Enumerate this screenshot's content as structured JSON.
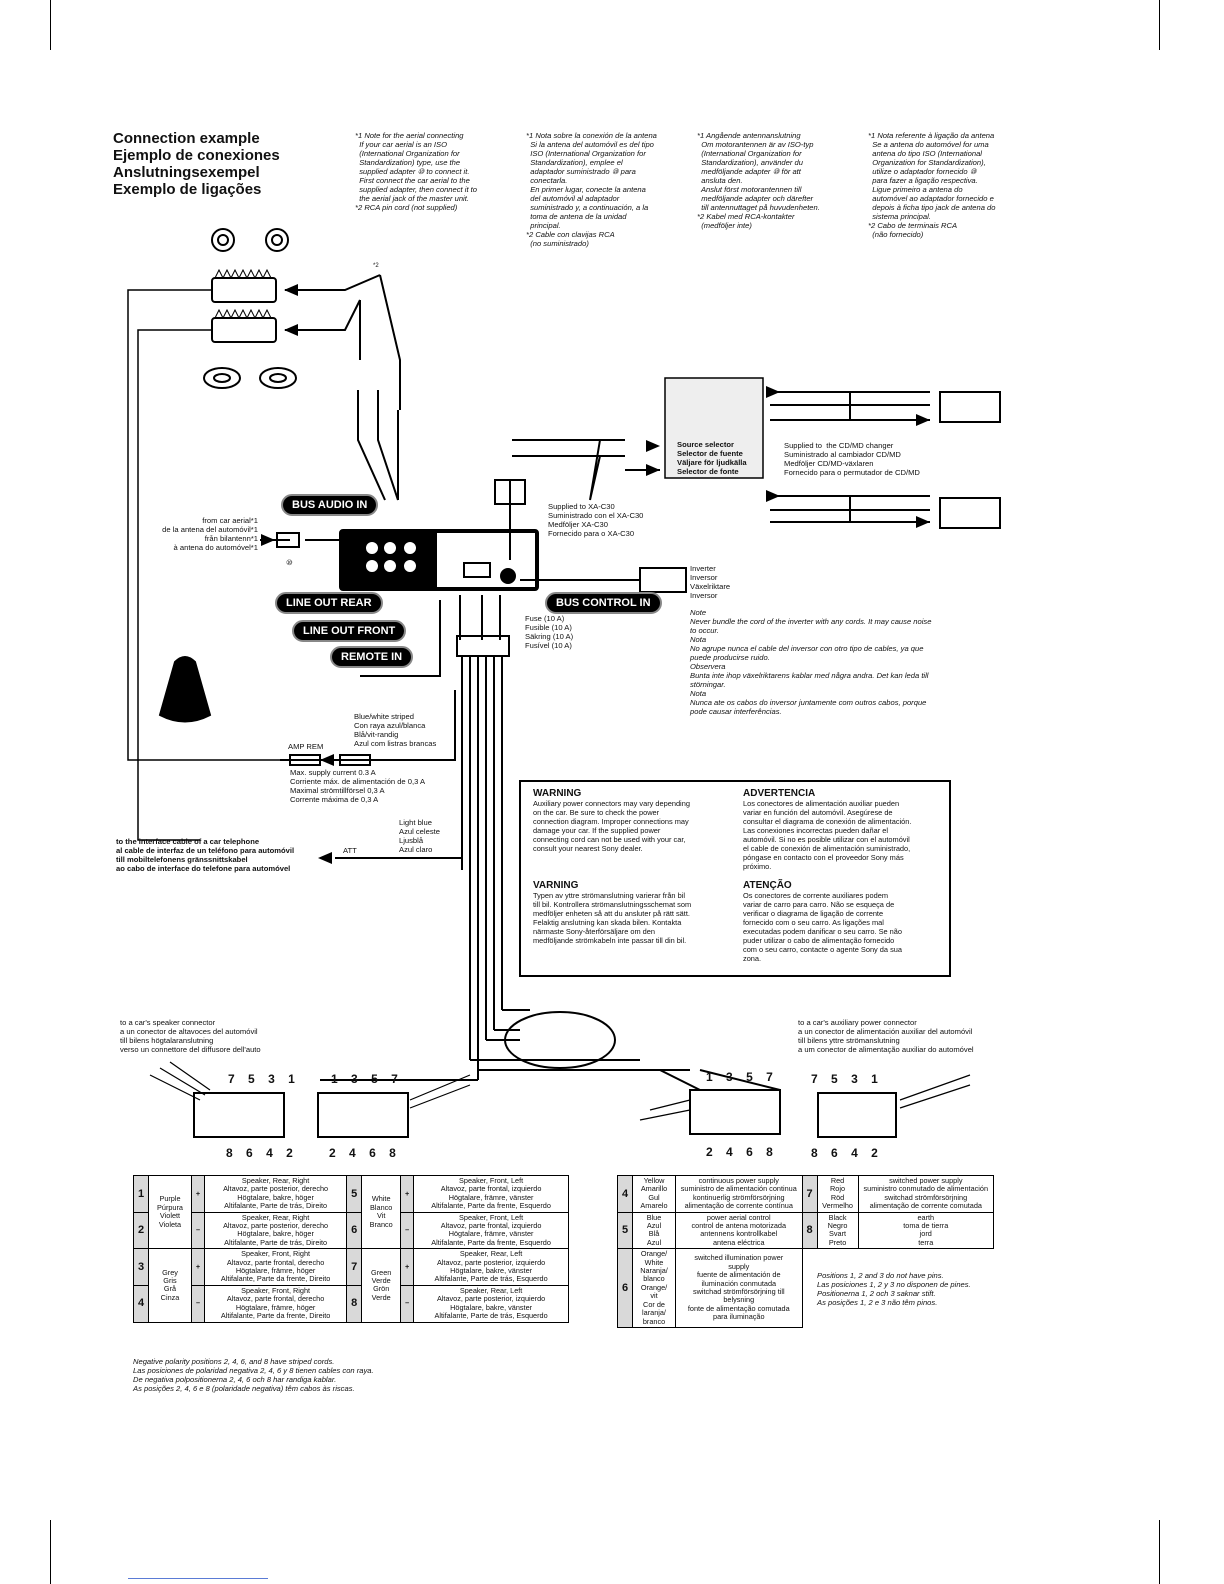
{
  "titles": [
    "Connection example",
    "Ejemplo de conexiones",
    "Anslutningsexempel",
    "Exemplo de ligações"
  ],
  "notes": [
    {
      "marker1": "*1",
      "text1": "Note for the aerial connecting\n  If your car aerial is an ISO\n  (International Organization for\n  Standardization) type, use the\n  supplied adapter ⑩ to connect it.\n  First connect the car aerial to the\n  supplied adapter, then connect it to\n  the aerial jack of the master unit.",
      "marker2": "*2",
      "text2": "RCA pin cord (not supplied)"
    },
    {
      "marker1": "*1",
      "text1": "Nota sobre la conexión de la antena\n  Si la antena del automóvil es del tipo\n  ISO (International Organization for\n  Standardization), emplee el\n  adaptador suministrado ⑩ para\n  conectarla.\n  En primer lugar, conecte la antena\n  del automóvil al adaptador\n  suministrado y, a continuación, a la\n  toma de antena de la unidad\n  principal.",
      "marker2": "*2",
      "text2": "Cable con clavijas RCA\n  (no suministrado)"
    },
    {
      "marker1": "*1",
      "text1": "Angående antennanslutning\n  Om motorantennen är av ISO-typ\n  (International Organization for\n  Standardization), använder du\n  medföljande adapter ⑩ för att\n  ansluta den.\n  Anslut först motorantennen till\n  medföljande adapter och därefter\n  till antennuttaget på huvudenheten.",
      "marker2": "*2",
      "text2": "Kabel med RCA-kontakter\n  (medföljer inte)"
    },
    {
      "marker1": "*1",
      "text1": "Nota referente à ligação da antena\n  Se a antena do automóvel for uma\n  antena do tipo ISO (International\n  Organization for Standardization),\n  utilize o adaptador fornecido ⑩\n  para fazer a ligação respectiva.\n  Ligue primeiro a antena do\n  automóvel ao adaptador fornecido e\n  depois à ficha tipo jack de antena do\n  sistema principal.",
      "marker2": "*2",
      "text2": "Cabo de terminais RCA\n  (não fornecido)"
    }
  ],
  "labels": {
    "star2": "*2",
    "aerial": "from car aerial*1\nde la antena del automóvil*1\nfrån bilantenn*1\nà antena do automóvel*1",
    "circ10": "⑩",
    "supplied_xa": "Supplied to XA-C30\nSuministrado con el XA-C30\nMedföljer XA-C30\nFornecido para o XA-C30",
    "source_selector": "Source selector\nSelector de fuente\nVäljare för ljudkälla\nSelector de fonte",
    "supplied_cd": "Supplied to  the CD/MD changer\nSuministrado al cambiador CD/MD\nMedföljer CD/MD-växlaren\nFornecido para o permutador de CD/MD",
    "inverter": "Inverter\nInversor\nVäxelriktare\nInversor",
    "fuse": "Fuse (10 A)\nFusible (10 A)\nSäkring (10 A)\nFusível (10 A)",
    "inverter_note": "Note\nNever bundle the cord of the inverter with any cords. It may cause noise\nto occur.\nNota\nNo agrupe nunca el cable del inversor con otro tipo de cables, ya que\npuede producirse ruido.\nObservera\nBunta inte ihop växelriktarens kablar med några andra. Det kan leda till\nstörningar.\nNota\nNunca ate os cabos do inversor juntamente com outros cabos, porque\npode causar interferências.",
    "bluewhite": "Blue/white striped\nCon raya azul/blanca\nBlå/vit-randig\nAzul com listras brancas",
    "amp_rem": "AMP REM",
    "max_current": "Max. supply current 0.3 A\nCorriente máx. de alimentación de 0,3 A\nMaximal strömtillförsel 0,3 A\nCorrente máxima de 0,3 A",
    "lightblue": "Light blue\nAzul celeste\nLjusblå\nAzul claro",
    "att": "ATT",
    "telephone": "to the interface cable of a car telephone\nal cable de interfaz de un teléfono para automóvil\ntill mobiltelefonens gränssnittskabel\nao cabo de interface do telefone para automóvel",
    "speaker_conn": "to a car's speaker connector\na un conector de altavoces del automóvil\ntill bilens högtalaranslutning\nverso un connettore del diffusore dell'auto",
    "aux_conn": "to a car's auxiliary power connector\na un conector de alimentación auxiliar del automóvil\ntill bilens yttre strömanslutning\na um conector de alimentação auxiliar do automóvel",
    "neg_polarity": "Negative polarity positions 2, 4, 6, and 8 have striped cords.\nLas posiciones de polaridad negativa 2, 4, 6 y 8 tienen cables con raya.\nDe negativa polpositionerna 2, 4, 6 och 8 har randiga kablar.\nAs posições 2, 4, 6 e 8 (polaridade negativa) têm cabos às riscas.",
    "positions": "Positions 1, 2 and 3 do not have pins.\nLas posiciones 1, 2 y 3 no disponen de pines.\nPositionerna 1, 2 och 3 saknar stift.\nAs posições 1, 2 e 3 não têm pinos."
  },
  "pills": {
    "bus_audio_in": "BUS AUDIO IN",
    "line_out_rear": "LINE OUT REAR",
    "line_out_front": "LINE OUT FRONT",
    "remote_in": "REMOTE IN",
    "bus_control_in": "BUS CONTROL IN"
  },
  "warnings": [
    {
      "title": "WARNING",
      "body": "Auxiliary power connectors may vary depending\non the car. Be sure to check the power\nconnection diagram. Improper connections may\ndamage your car. If the supplied power\nconnecting cord can not be used with your car,\nconsult your nearest Sony dealer."
    },
    {
      "title": "ADVERTENCIA",
      "body": "Los conectores de alimentación auxiliar pueden\nvariar en función del automóvil. Asegúrese de\nconsultar el diagrama de conexión de alimentación.\nLas conexiones incorrectas pueden dañar el\nautomóvil. Si no es posible utilizar con el automóvil\nel cable de conexión de alimentación suministrado,\npóngase en contacto con el proveedor Sony más\npróximo."
    },
    {
      "title": "VARNING",
      "body": "Typen av yttre strömanslutning varierar från bil\ntill bil. Kontrollera strömanslutningsschemat som\nmedföljer enheten så att du ansluter på rätt sätt.\nFelaktig anslutning kan skada bilen. Kontakta\nnärmaste Sony-återförsäljare om den\nmedföljande strömkabeln inte passar till din bil."
    },
    {
      "title": "ATENÇÃO",
      "body": "Os conectores de corrente auxiliares podem\nvariar de carro para carro. Não se esqueça de\nverificar o diagrama de ligação de corrente\nfornecido com o seu carro. As ligações mal\nexecutadas podem danificar o seu carro. Se não\npuder utilizar o cabo de alimentação fornecido\ncom o seu carro, contacte o agente Sony da sua\nzona."
    }
  ],
  "pin_numbers": {
    "c1_top": [
      "7",
      "5",
      "3",
      "1"
    ],
    "c1_bot": [
      "8",
      "6",
      "4",
      "2"
    ],
    "c2_top": [
      "1",
      "3",
      "5",
      "7"
    ],
    "c2_bot": [
      "2",
      "4",
      "6",
      "8"
    ],
    "c3_top": [
      "1",
      "3",
      "5",
      "7"
    ],
    "c3_bot": [
      "2",
      "4",
      "6",
      "8"
    ],
    "c4_top": [
      "7",
      "5",
      "3",
      "1"
    ],
    "c4_bot": [
      "8",
      "6",
      "4",
      "2"
    ]
  },
  "speaker_table": [
    {
      "pin": "1",
      "color": "Purple\nPúrpura\nViolett\nVioleta",
      "pol": "+",
      "desc": "Speaker, Rear, Right\nAltavoz, parte posterior, derecho\nHögtalare, bakre, höger\nAltifalante, Parte de trás, Direito",
      "pin2": "5",
      "color2": "White\nBlanco\nVit\nBranco",
      "pol2": "+",
      "desc2": "Speaker, Front, Left\nAltavoz, parte frontal, izquierdo\nHögtalare, främre, vänster\nAltifalante, Parte da frente, Esquerdo"
    },
    {
      "pin": "2",
      "color": "",
      "pol": "–",
      "desc": "Speaker, Rear, Right\nAltavoz, parte posterior, derecho\nHögtalare, bakre, höger\nAltifalante, Parte de trás, Direito",
      "pin2": "6",
      "color2": "",
      "pol2": "–",
      "desc2": "Speaker, Front, Left\nAltavoz, parte frontal, izquierdo\nHögtalare, främre, vänster\nAltifalante, Parte da frente, Esquerdo"
    },
    {
      "pin": "3",
      "color": "Grey\nGris\nGrå\nCinza",
      "pol": "+",
      "desc": "Speaker, Front, Right\nAltavoz, parte frontal, derecho\nHögtalare, främre, höger\nAltifalante, Parte da frente, Direito",
      "pin2": "7",
      "color2": "Green\nVerde\nGrön\nVerde",
      "pol2": "+",
      "desc2": "Speaker, Rear, Left\nAltavoz, parte posterior, izquierdo\nHögtalare, bakre, vänster\nAltifalante, Parte de trás, Esquerdo"
    },
    {
      "pin": "4",
      "color": "",
      "pol": "–",
      "desc": "Speaker, Front, Right\nAltavoz, parte frontal, derecho\nHögtalare, främre, höger\nAltifalante, Parte da frente, Direito",
      "pin2": "8",
      "color2": "",
      "pol2": "–",
      "desc2": "Speaker, Rear, Left\nAltavoz, parte posterior, izquierdo\nHögtalare, bakre, vänster\nAltifalante, Parte de trás, Esquerdo"
    }
  ],
  "power_table": [
    {
      "pin": "4",
      "color": "Yellow\nAmarillo\nGul\nAmarelo",
      "desc": "continuous power supply\nsuministro de alimentación continua\nkontinuerlig strömförsörjning\nalimentação de corrente contínua",
      "pin2": "7",
      "color2": "Red\nRojo\nRöd\nVermelho",
      "desc2": "switched power supply\nsuministro conmutado de alimentación\nswitchad strömförsörjning\nalimentação de corrente comutada"
    },
    {
      "pin": "5",
      "color": "Blue\nAzul\nBlå\nAzul",
      "desc": "power aerial control\ncontrol de antena motorizada\nantennens kontrollkabel\nantena eléctrica",
      "pin2": "8",
      "color2": "Black\nNegro\nSvart\nPreto",
      "desc2": "earth\ntoma de tierra\njord\nterra"
    },
    {
      "pin": "6",
      "color": "Orange/\nWhite\nNaranja/\nblanco\nOrange/\nvit\nCor de\nlaranja/\nbranco",
      "desc": "switched illumination power\nsupply\nfuente de alimentación de\niluminación conmutada\nswitchad strömförsörjning till\nbelysning\nfonte de alimentação comutada\npara iluminação",
      "pin2": "",
      "color2": "",
      "desc2": ""
    }
  ],
  "colors": {
    "ink": "#111111",
    "pill_bg": "#000000",
    "shade": "#d9d9d9"
  }
}
